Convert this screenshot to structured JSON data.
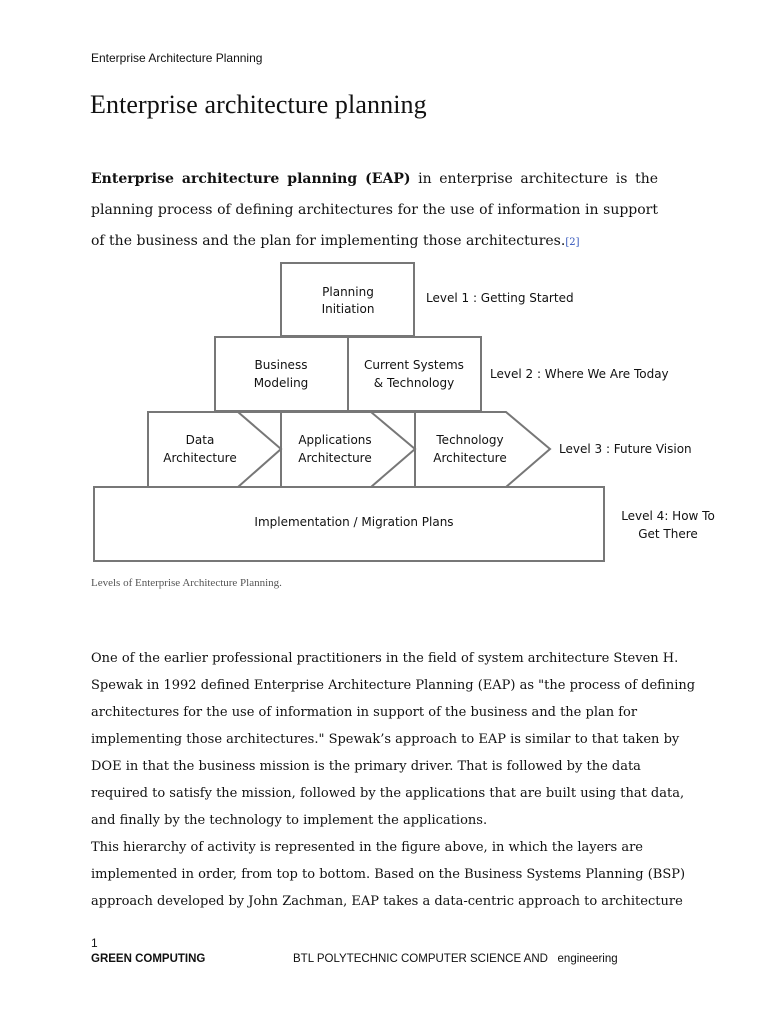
{
  "header": {
    "text": "Enterprise Architecture Planning"
  },
  "title": "Enterprise architecture planning",
  "intro": {
    "term": "Enterprise architecture planning (EAP)",
    "t1": " in ",
    "link1": "enterprise architecture",
    "t2": " is the ",
    "link2": "planning",
    "t3": " process of defining ",
    "link3": "architectures",
    "t4": " for the use of information in support of the business and the plan for implementing those architectures.",
    "cite": "[2]"
  },
  "figure": {
    "planning_initiation": [
      "Planning",
      "Initiation"
    ],
    "business_modeling": [
      "Business",
      "Modeling"
    ],
    "current_systems": [
      "Current Systems",
      "& Technology"
    ],
    "data_architecture": [
      "Data",
      "Architecture"
    ],
    "applications_architecture": [
      "Applications",
      "Architecture"
    ],
    "technology_architecture": [
      "Technology",
      "Architecture"
    ],
    "implementation": "Implementation / Migration Plans",
    "level1": "Level 1 : Getting Started",
    "level2": "Level 2 : Where We Are Today",
    "level3": "Level 3 : Future Vision",
    "level4": [
      "Level 4: How To",
      "Get There"
    ]
  },
  "caption": "Levels of Enterprise Architecture Planning.",
  "body_lines": [
    "One of the earlier professional practitioners in the field of system architecture Steven H.",
    "Spewak in 1992 defined Enterprise Architecture Planning (EAP) as \"the process of defining",
    "architectures for the use of information in support of the business and the plan for",
    "implementing those architectures.\" Spewak’s approach to EAP is similar to that taken by",
    "DOE in that the business mission is the primary driver. That is followed by the data",
    "required to satisfy the mission, followed by the applications that are built using that data,",
    "and finally by the technology to implement the applications.",
    "This hierarchy of activity is represented in the figure above, in which the layers are",
    "implemented in order, from top to bottom. Based on the Business Systems Planning (BSP)",
    "approach developed by John Zachman, EAP takes a data-centric approach to architecture"
  ],
  "footer": {
    "page_number": "1",
    "left": "GREEN COMPUTING",
    "right": "BTL POLYTECHNIC COMPUTER SCIENCE AND   engineering"
  }
}
